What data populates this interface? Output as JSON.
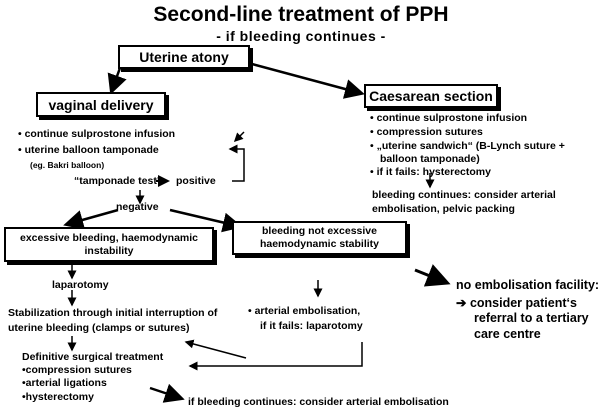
{
  "title": "Second-line treatment of PPH",
  "subtitle": "- if bleeding continues -",
  "uterine_atony": "Uterine atony",
  "vaginal": {
    "heading": "vaginal delivery",
    "items": [
      "• continue sulprostone infusion",
      "• uterine balloon tamponade",
      "(eg. Bakri balloon)"
    ],
    "tamponade_test": "“tamponade test\"",
    "positive": "positive",
    "negative": "negative"
  },
  "caesarean": {
    "heading": "Caesarean section",
    "items": [
      "• continue sulprostone infusion",
      "• compression sutures",
      "• „uterine sandwich“ (B-Lynch suture +",
      "balloon tamponade)",
      "• if it fails: hysterectomy"
    ],
    "result": [
      "bleeding continues: consider arterial",
      "embolisation, pelvic packing"
    ]
  },
  "excessive": [
    "excessive bleeding, haemodynamic",
    "instability"
  ],
  "not_excessive": [
    "bleeding not excessive",
    "haemodynamic stability"
  ],
  "laparotomy": "laparotomy",
  "stabilization": [
    "Stabilization through initial interruption of",
    "uterine bleeding (clamps or sutures)"
  ],
  "embolisation": [
    "• arterial embolisation,",
    "if it fails: laparotomy"
  ],
  "definitive": [
    "Definitive surgical treatment",
    "•compression sutures",
    "•arterial ligations",
    "•hysterectomy"
  ],
  "bottom_note": "if bleeding continues: consider arterial embolisation",
  "no_facility": [
    "no embolisation facility:",
    "➔ consider patient‘s",
    "referral to a tertiary",
    "care centre"
  ]
}
